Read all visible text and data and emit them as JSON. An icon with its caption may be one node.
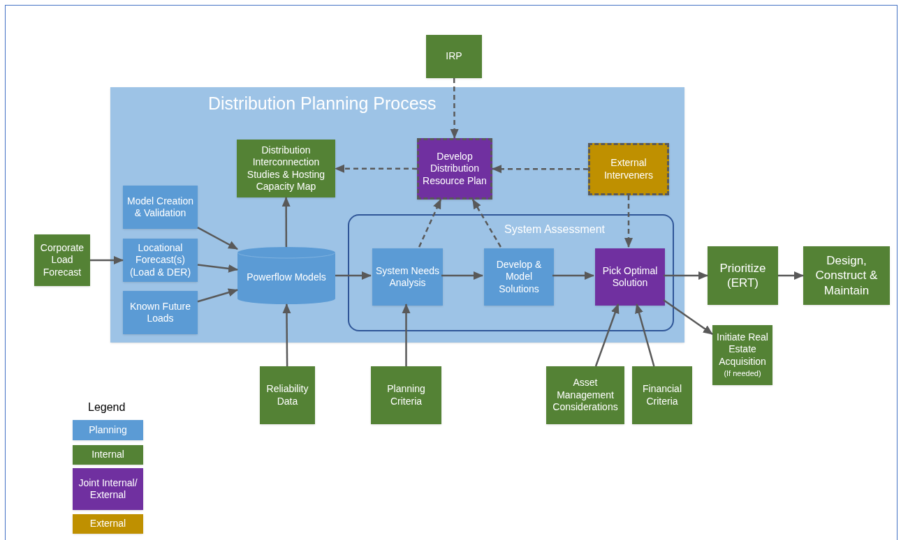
{
  "diagram": {
    "nodes": [
      {
        "text": [
          "Distribution Planning Process"
        ]
      },
      {
        "text": [
          "IRP"
        ]
      },
      {
        "text": [
          "Distribution Interconnection Studies & Hosting Capacity Map"
        ],
        "in": 0
      },
      {
        "text": [
          "Develop Distribution Resource Plan"
        ],
        "in": 0
      },
      {
        "text": [
          "External Interveners"
        ],
        "in": 0
      },
      {
        "text": [
          "Model Creation & Validation"
        ],
        "in": 0
      },
      {
        "text": [
          "Locational Forecast(s) (Load & DER)"
        ],
        "in": 0
      },
      {
        "text": [
          "Known Future Loads"
        ],
        "in": 0
      },
      {
        "text": [
          "Corporate Load Forecast"
        ]
      },
      {
        "text": [
          "Powerflow Models"
        ],
        "in": 0
      },
      {
        "text": [
          "System Assessment"
        ],
        "in": 0
      },
      {
        "text": [
          "System Needs Analysis"
        ],
        "in": 10
      },
      {
        "text": [
          "Develop & Model Solutions"
        ],
        "in": 10
      },
      {
        "text": [
          "Pick Optimal Solution"
        ],
        "in": 10
      },
      {
        "text": [
          "Prioritize (ERT)"
        ]
      },
      {
        "text": [
          "Design, Construct & Maintain"
        ]
      },
      {
        "text": [
          "Initiate Real Estate Acquisition",
          "(If needed)"
        ]
      },
      {
        "text": [
          "Reliability Data"
        ]
      },
      {
        "text": [
          "Planning Criteria"
        ]
      },
      {
        "text": [
          "Asset Management Considerations"
        ]
      },
      {
        "text": [
          "Financial Criteria"
        ]
      }
    ],
    "edges": [
      {
        "from": 8,
        "to": 6,
        "arrow": "to"
      },
      {
        "from": 5,
        "to": 9,
        "arrow": "to"
      },
      {
        "from": 6,
        "to": 9,
        "arrow": "to"
      },
      {
        "from": 7,
        "to": 9,
        "arrow": "to"
      },
      {
        "from": 9,
        "to": 2,
        "arrow": "to"
      },
      {
        "from": 9,
        "to": 11,
        "arrow": "to"
      },
      {
        "from": 11,
        "to": 12,
        "arrow": "to"
      },
      {
        "from": 12,
        "to": 13,
        "arrow": "to"
      },
      {
        "from": 13,
        "to": 14,
        "arrow": "to"
      },
      {
        "from": 14,
        "to": 15,
        "arrow": "to"
      },
      {
        "from": 13,
        "to": 16,
        "arrow": "to"
      },
      {
        "from": 17,
        "to": 9,
        "arrow": "to"
      },
      {
        "from": 18,
        "to": 11,
        "arrow": "to"
      },
      {
        "from": 19,
        "to": 13,
        "arrow": "to"
      },
      {
        "from": 20,
        "to": 13,
        "arrow": "to"
      },
      {
        "from": 1,
        "to": 3,
        "arrow": "to",
        "style": "dashed"
      },
      {
        "from": 3,
        "to": 2,
        "arrow": "to",
        "style": "dashed"
      },
      {
        "from": 4,
        "to": 3,
        "arrow": "to",
        "style": "dashed"
      },
      {
        "from": 4,
        "to": 13,
        "arrow": "to",
        "style": "dashed"
      },
      {
        "from": 11,
        "to": 3,
        "arrow": "to",
        "style": "dashed"
      },
      {
        "from": 12,
        "to": 3,
        "arrow": "to",
        "style": "dashed"
      }
    ],
    "labels": [
      "Legend"
    ],
    "legend": [
      {
        "text": "Planning",
        "color": "#5b9bd5"
      },
      {
        "text": "Internal",
        "color": "#548235"
      },
      {
        "text": "Joint Internal/ External",
        "color": "#7030a0"
      },
      {
        "text": "External",
        "color": "#bf9000"
      }
    ]
  }
}
